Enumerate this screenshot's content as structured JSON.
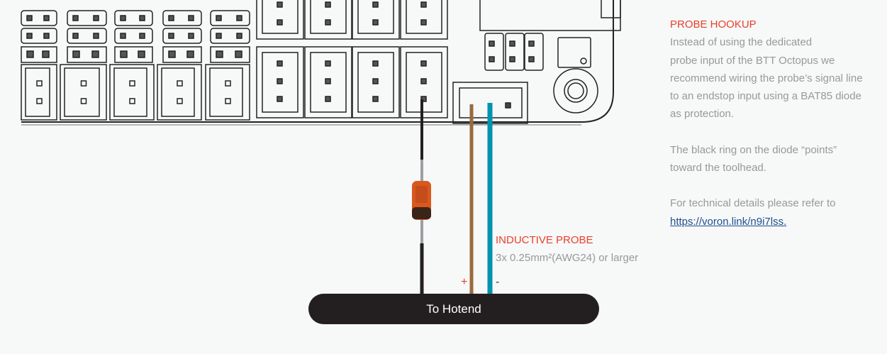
{
  "side_panel": {
    "title": "PROBE HOOKUP",
    "paragraph1_line1": "Instead of using the dedicated",
    "paragraph1_line2": "probe input of the BTT Octopus we",
    "paragraph1_line3": "recommend wiring the probe’s signal line",
    "paragraph1_line4": "to an endstop input using a BAT85 diode",
    "paragraph1_line5": "as protection.",
    "paragraph2_line1": "The black ring on the diode “points”",
    "paragraph2_line2": "toward the toolhead.",
    "paragraph3_line1": "For technical details please refer to",
    "link": "https://voron.link/n9i7lss."
  },
  "probe": {
    "title": "INDUCTIVE PROBE",
    "spec": "3x 0.25mm²(AWG24) or larger",
    "plus": "+",
    "minus": "-"
  },
  "hotend_label": "To Hotend",
  "colors": {
    "accent_red": "#e8412c",
    "wire_black": "#231f20",
    "wire_brown": "#9a6a3c",
    "wire_teal": "#0093b0",
    "diode_body": "#d9581e",
    "link": "#1d4f91"
  }
}
